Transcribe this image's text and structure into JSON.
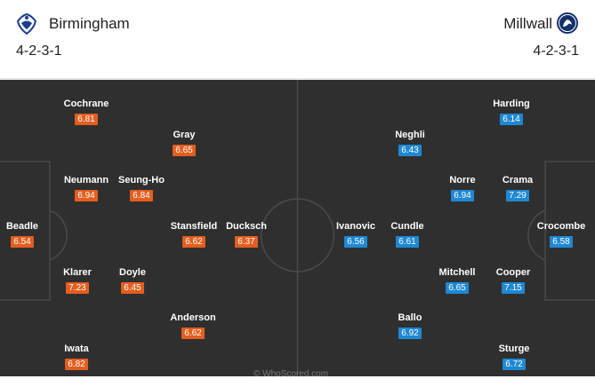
{
  "home": {
    "name": "Birmingham",
    "formation": "4-2-3-1",
    "crest_icon": "birmingham-crest-icon",
    "players": [
      {
        "name": "Cochrane",
        "rating": "6.81"
      },
      {
        "name": "Gray",
        "rating": "6.65"
      },
      {
        "name": "Neumann",
        "rating": "6.94"
      },
      {
        "name": "Seung-Ho",
        "rating": "6.84"
      },
      {
        "name": "Beadle",
        "rating": "6.54"
      },
      {
        "name": "Stansfield",
        "rating": "6.62"
      },
      {
        "name": "Ducksch",
        "rating": "6.37"
      },
      {
        "name": "Klarer",
        "rating": "7.23"
      },
      {
        "name": "Doyle",
        "rating": "6.45"
      },
      {
        "name": "Anderson",
        "rating": "6.62"
      },
      {
        "name": "Iwata",
        "rating": "6.82"
      }
    ]
  },
  "away": {
    "name": "Millwall",
    "formation": "4-2-3-1",
    "crest_icon": "millwall-crest-icon",
    "players": [
      {
        "name": "Harding",
        "rating": "6.14"
      },
      {
        "name": "Neghli",
        "rating": "6.43"
      },
      {
        "name": "Norre",
        "rating": "6.94"
      },
      {
        "name": "Crama",
        "rating": "7.29"
      },
      {
        "name": "Ivanovic",
        "rating": "6.56"
      },
      {
        "name": "Cundle",
        "rating": "6.61"
      },
      {
        "name": "Crocombe",
        "rating": "6.58"
      },
      {
        "name": "Mitchell",
        "rating": "6.65"
      },
      {
        "name": "Cooper",
        "rating": "7.15"
      },
      {
        "name": "Ballo",
        "rating": "6.92"
      },
      {
        "name": "Sturge",
        "rating": "6.72"
      }
    ]
  },
  "colors": {
    "home_rating": "#e35e1f",
    "away_rating": "#1e88d3",
    "pitch": "#2f2f2f",
    "lines": "#4a4a4a"
  },
  "watermark": "© WhoScored.com"
}
